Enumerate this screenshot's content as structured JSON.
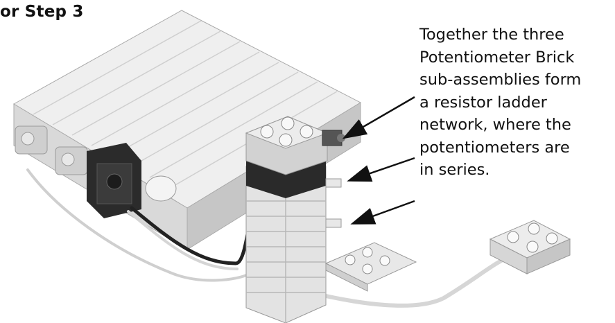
{
  "heading": "or Step 3",
  "caption": {
    "lines": [
      "Together the three",
      "Potentiometer Brick",
      "sub-assemblies form",
      "a resistor ladder",
      "network, where the",
      "potentiometers are",
      "in series."
    ]
  },
  "colors": {
    "text": "#111111",
    "brick_light": "#e6e6e6",
    "brick_mid": "#c8c8c8",
    "brick_dark": "#2b2b2b"
  }
}
